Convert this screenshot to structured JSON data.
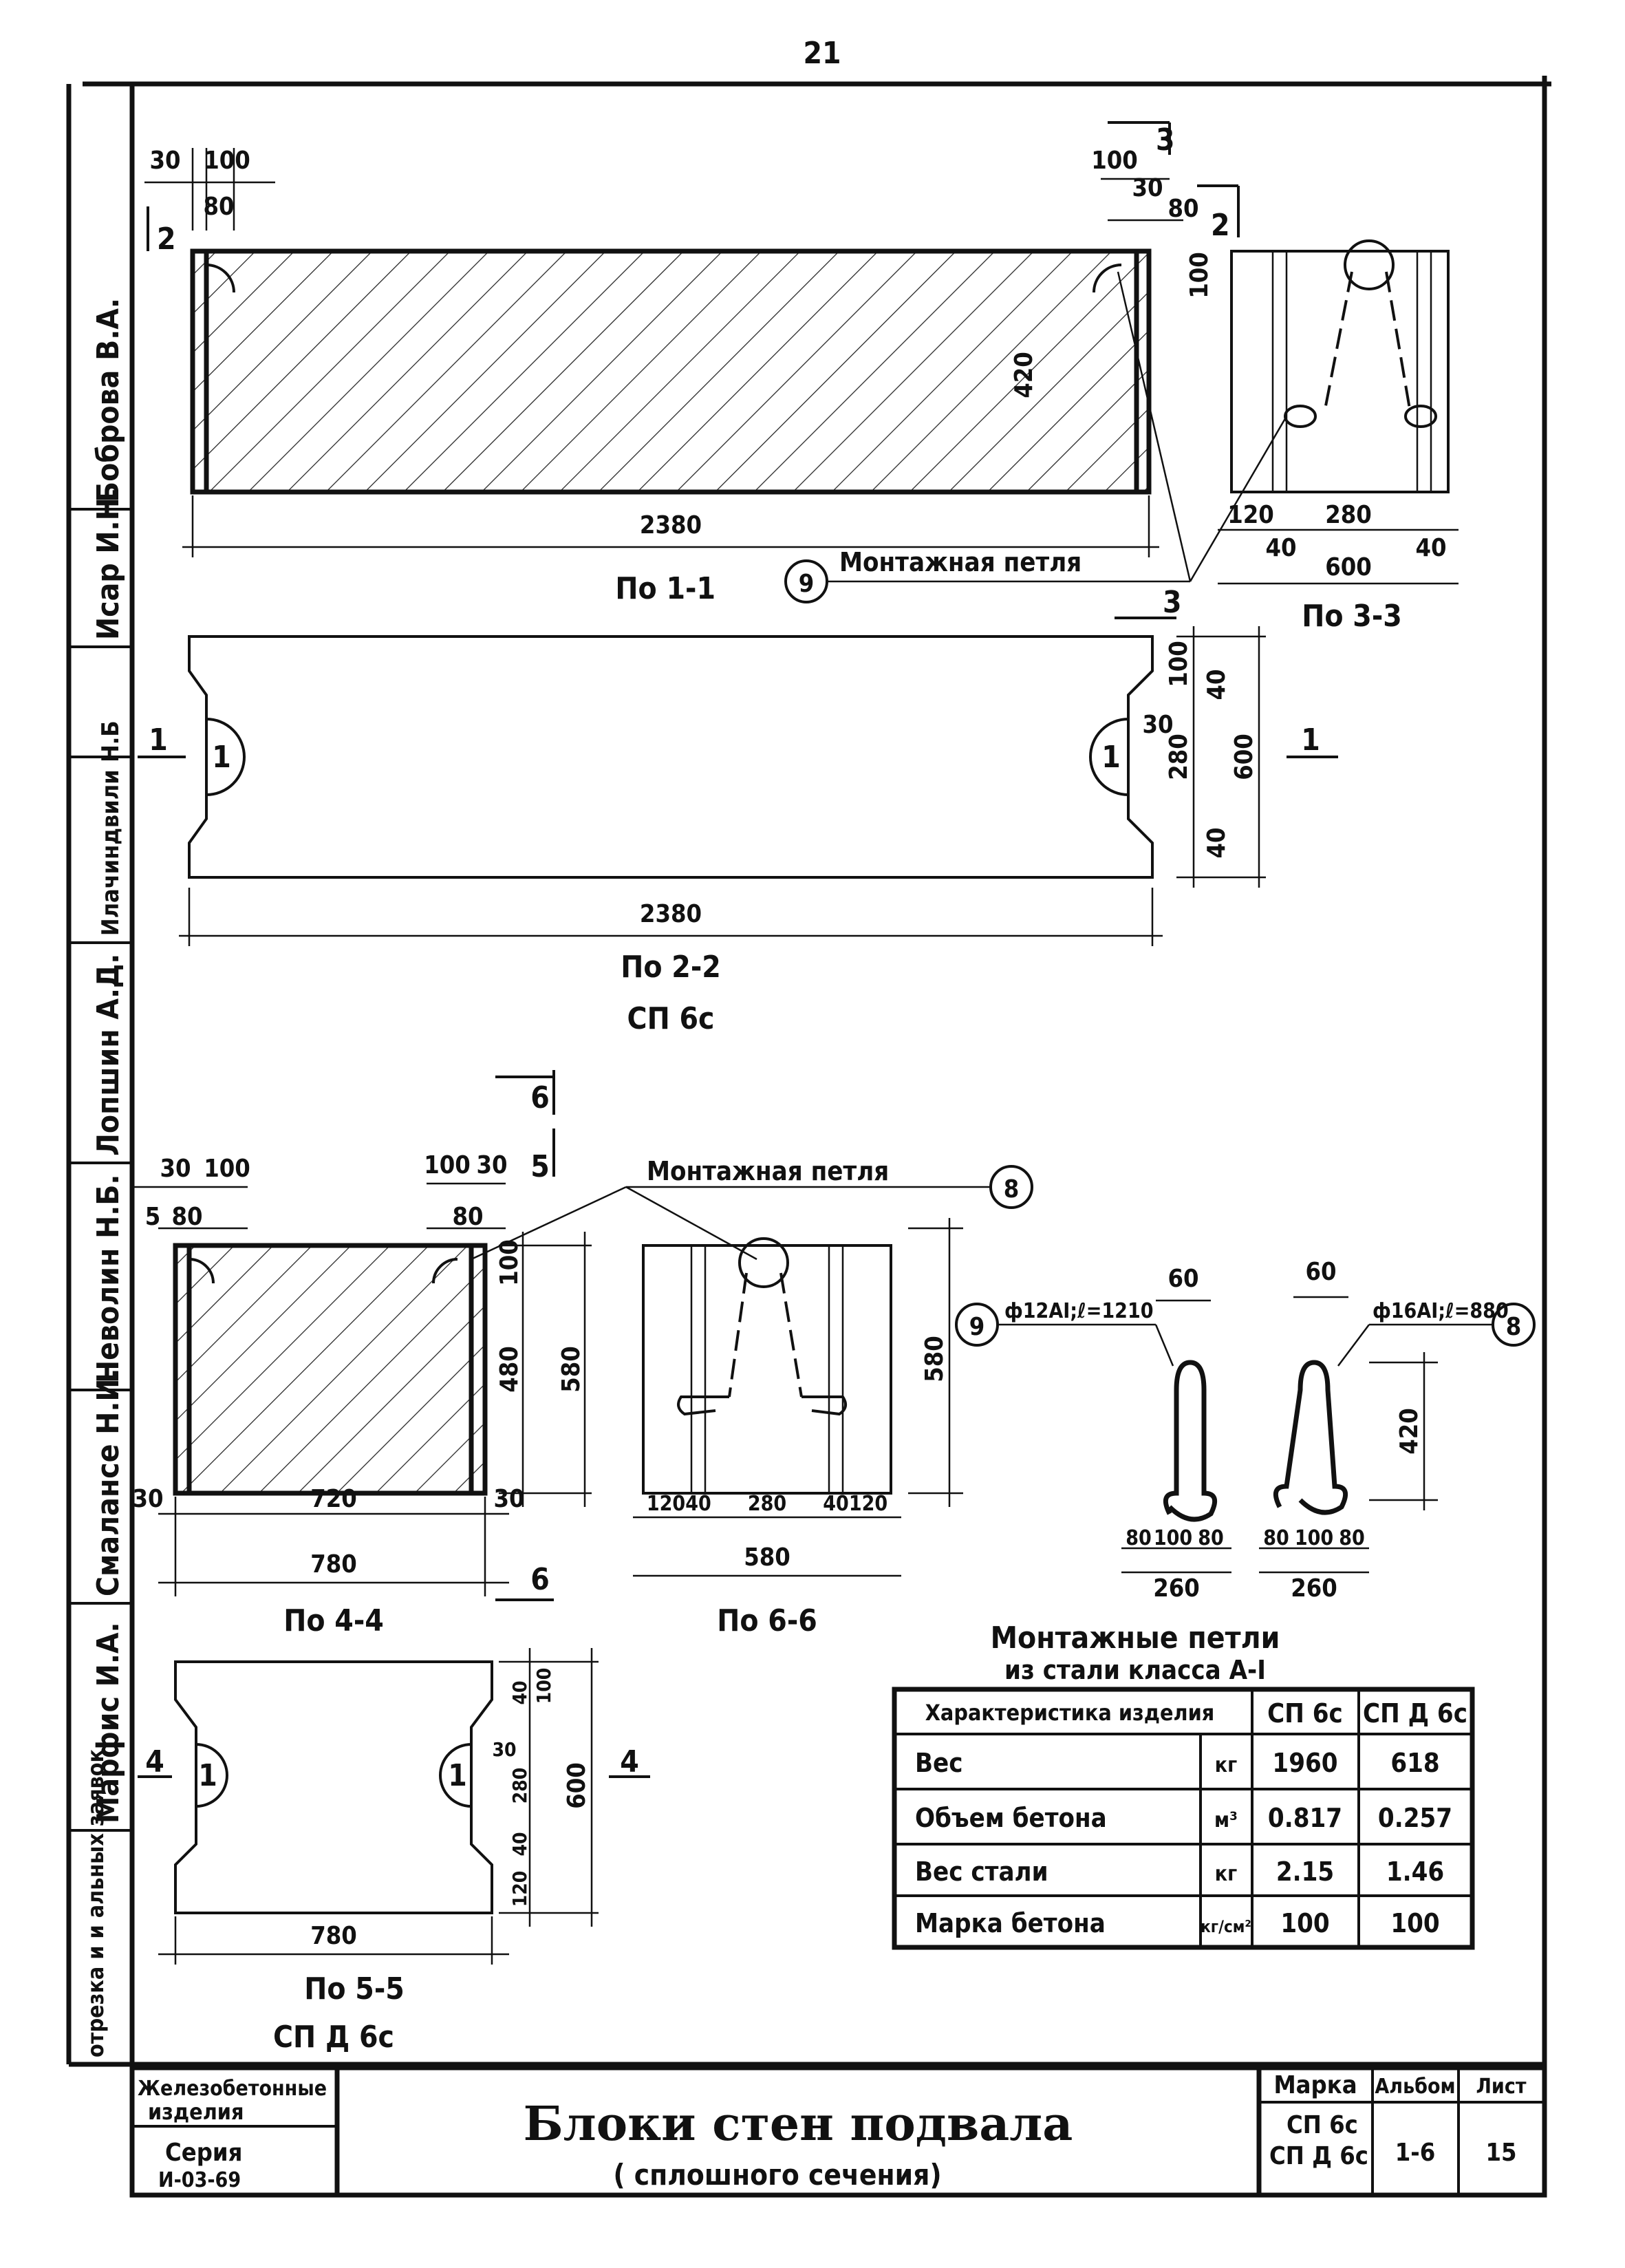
{
  "page_number": "21",
  "side_names": [
    "Боброва В.А.",
    "Исар И.Н.",
    "Илачиндвили Н.Б",
    "Лопшин А.Д.",
    "Неволин Н.Б.",
    "Смалансе Н.И.",
    "Марфис И.А.",
    "отрезка и и альных заявок"
  ],
  "view_1_1": {
    "caption": "По 1-1",
    "width": "2380",
    "dims_top": [
      "30",
      "100",
      "80"
    ],
    "dims_top_right": [
      "100",
      "30",
      "80"
    ],
    "height_dim": "420",
    "section_marks": [
      "2",
      "3",
      "2"
    ]
  },
  "view_3_3": {
    "caption": "По 3-3",
    "dims": [
      "100",
      "120",
      "280",
      "40",
      "40",
      "600"
    ]
  },
  "loop_callout_9": {
    "label": "Монтажная петля",
    "num": "9"
  },
  "view_2_2": {
    "caption": "По 2-2",
    "sub": "СП 6с",
    "width": "2380",
    "dims_right": [
      "100",
      "40",
      "30",
      "280",
      "600",
      "40"
    ],
    "marks": [
      "1",
      "1"
    ],
    "loop": "1"
  },
  "view_4_4": {
    "caption": "По 4-4",
    "dims_top": [
      "30",
      "100",
      "5",
      "80"
    ],
    "dims_top_right": [
      "100",
      "30",
      "80"
    ],
    "inner_width": "720",
    "width": "780",
    "side": [
      "30",
      "30"
    ],
    "heights": [
      "100",
      "480",
      "580"
    ],
    "marks": [
      "6",
      "5",
      "6"
    ]
  },
  "loop_callout_8": {
    "label": "Монтажная петля",
    "num": "8"
  },
  "view_6_6": {
    "caption": "По 6-6",
    "height": "580",
    "dims": [
      "120",
      "40",
      "280",
      "40",
      "120",
      "580"
    ]
  },
  "loops": {
    "loop9": {
      "num": "9",
      "spec": "ф12АI;ℓ=1210",
      "top": "60",
      "base": [
        "80",
        "100",
        "80"
      ],
      "total": "260"
    },
    "loop8": {
      "num": "8",
      "spec": "ф16АI;ℓ=880",
      "top": "60",
      "base": [
        "80",
        "100",
        "80"
      ],
      "total": "260",
      "height": "420"
    }
  },
  "view_5_5": {
    "caption": "По 5-5",
    "sub": "СП Д 6с",
    "width": "780",
    "height": "600",
    "dims_right": [
      "40",
      "100",
      "30",
      "280",
      "40",
      "120"
    ],
    "marks": [
      "4",
      "4"
    ],
    "loop": "1"
  },
  "table": {
    "heading1": "Монтажные петли",
    "heading2": "из стали класса А-I",
    "columns": [
      "Характеристика изделия",
      "",
      "СП 6с",
      "СП Д 6с"
    ],
    "rows": [
      {
        "name": "Вес",
        "unit": "кг",
        "a": "1960",
        "b": "618"
      },
      {
        "name": "Объем бетона",
        "unit": "м³",
        "a": "0.817",
        "b": "0.257"
      },
      {
        "name": "Вес стали",
        "unit": "кг",
        "a": "2.15",
        "b": "1.46"
      },
      {
        "name": "Марка бетона",
        "unit": "кг/см²",
        "a": "100",
        "b": "100"
      }
    ]
  },
  "title_block": {
    "left1": "Железобетонные",
    "left2": "изделия",
    "left3": "Серия",
    "left4": "И-03-69",
    "title": "Блоки стен подвала",
    "subtitle": "( сплошного сечения)",
    "mark_h": "Марка",
    "mark_v1": "СП 6с",
    "mark_v2": "СП Д 6с",
    "album_h": "Альбом",
    "album_v": "1-6",
    "sheet_h": "Лист",
    "sheet_v": "15"
  }
}
